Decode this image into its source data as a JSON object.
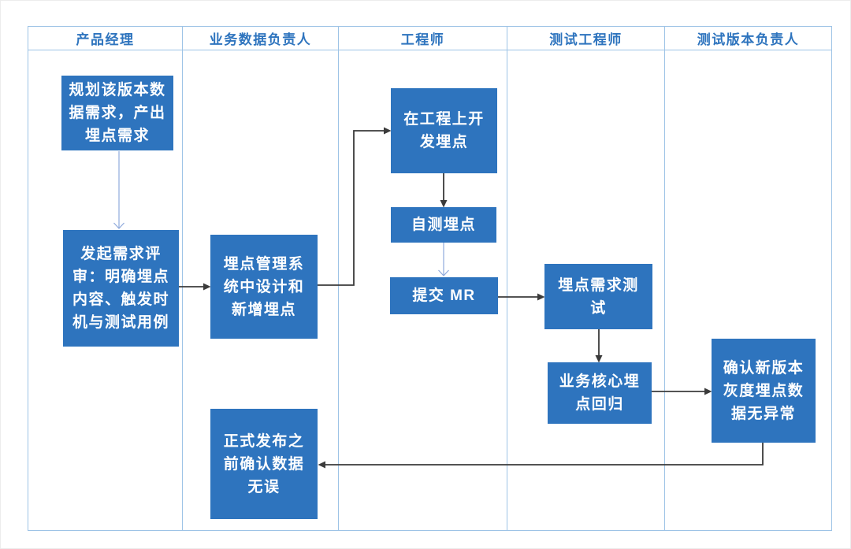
{
  "diagram": {
    "type": "swimlane-flowchart",
    "lanes": [
      {
        "label": "产品经理"
      },
      {
        "label": "业务数据负责人"
      },
      {
        "label": "工程师"
      },
      {
        "label": "测试工程师"
      },
      {
        "label": "测试版本负责人"
      }
    ],
    "nodes": {
      "plan": {
        "lane": "产品经理",
        "label": "规划该版本数\n据需求，产出\n埋点需求"
      },
      "review": {
        "lane": "产品经理",
        "label": "发起需求评\n审：明确埋点\n内容、触发时\n机与测试用例"
      },
      "design": {
        "lane": "业务数据负责人",
        "label": "埋点管理系\n统中设计和\n新增埋点"
      },
      "develop": {
        "lane": "工程师",
        "label": "在工程上开\n发埋点"
      },
      "selftest": {
        "lane": "工程师",
        "label": "自测埋点"
      },
      "submit_mr": {
        "lane": "工程师",
        "label": "提交 MR"
      },
      "requirement_test": {
        "lane": "测试工程师",
        "label": "埋点需求测\n试"
      },
      "core_regression": {
        "lane": "测试工程师",
        "label": "业务核心埋\n点回归"
      },
      "gray_check": {
        "lane": "测试版本负责人",
        "label": "确认新版本\n灰度埋点数\n据无异常"
      },
      "final_check": {
        "lane": "业务数据负责人",
        "label": "正式发布之\n前确认数据\n无误"
      }
    },
    "edges": [
      {
        "from": "plan",
        "to": "review",
        "style": "light"
      },
      {
        "from": "review",
        "to": "design",
        "style": "dark"
      },
      {
        "from": "design",
        "to": "develop",
        "style": "dark"
      },
      {
        "from": "develop",
        "to": "selftest",
        "style": "dark"
      },
      {
        "from": "selftest",
        "to": "submit_mr",
        "style": "light"
      },
      {
        "from": "submit_mr",
        "to": "requirement_test",
        "style": "dark"
      },
      {
        "from": "requirement_test",
        "to": "core_regression",
        "style": "dark"
      },
      {
        "from": "core_regression",
        "to": "gray_check",
        "style": "dark"
      },
      {
        "from": "gray_check",
        "to": "final_check",
        "style": "dark"
      }
    ],
    "colors": {
      "node_fill": "#2E74BE",
      "node_text": "#FFFFFF",
      "lane_border": "#9DC3E6",
      "lane_header_text": "#2E74BE",
      "arrow_dark": "#3B3B3B",
      "arrow_light": "#8FAADC"
    }
  }
}
